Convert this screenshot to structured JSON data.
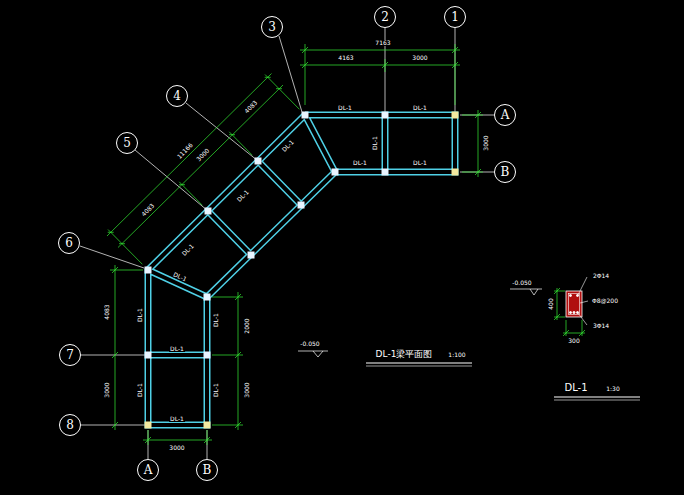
{
  "diagram": {
    "nodes": [
      {
        "text": [
          "3"
        ]
      },
      {
        "text": [
          "2"
        ]
      },
      {
        "text": [
          "1"
        ]
      },
      {
        "text": [
          "A"
        ]
      },
      {
        "text": [
          "B"
        ]
      },
      {
        "text": [
          "4"
        ]
      },
      {
        "text": [
          "5"
        ]
      },
      {
        "text": [
          "6"
        ]
      },
      {
        "text": [
          "7"
        ]
      },
      {
        "text": [
          "8"
        ]
      },
      {
        "text": [
          "A"
        ]
      },
      {
        "text": [
          "B"
        ]
      }
    ],
    "labels": [
      "7163",
      "4163",
      "3000",
      "3000",
      "11166",
      "4083",
      "3000",
      "4083",
      "DL-1",
      "DL-1",
      "DL-1",
      "DL-1",
      "DL-1",
      "DL-1",
      "DL-1",
      "DL-1",
      "DL-1",
      "DL-1",
      "DL-1",
      "DL-1",
      "DL-1",
      "DL-1",
      "DL-1",
      "4083",
      "3000",
      "2000",
      "3000",
      "3000",
      "-0.050",
      "DL-1梁平面图",
      "1:100",
      "-0.050",
      "400",
      "300",
      "2Φ14",
      "Φ8@200",
      "3Φ14",
      "DL-1",
      "1:30"
    ]
  }
}
